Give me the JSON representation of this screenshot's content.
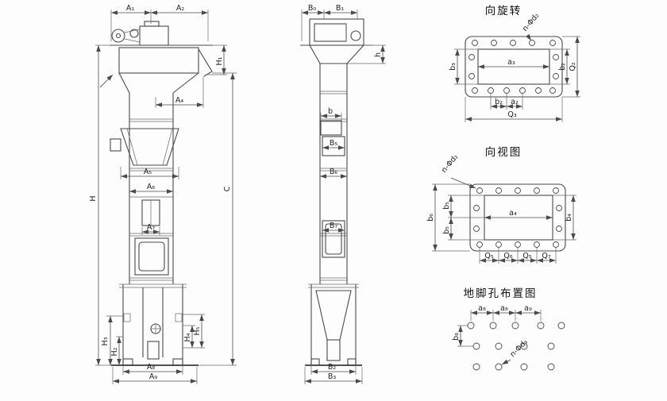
{
  "page": {
    "background": "#fdfdfd",
    "line_color": "#4a4a4a"
  },
  "front_view": {
    "dims": {
      "a1": "A₁",
      "a2": "A₂",
      "h1": "H₁",
      "a4": "A₄",
      "a5": "A₅",
      "a6": "A₆",
      "a7": "A₇",
      "h": "H",
      "c": "C",
      "h2": "H₂",
      "h3": "H₃",
      "h4": "H₄",
      "h5": "H₅",
      "a8": "A₈",
      "a9": "A₉"
    }
  },
  "side_view": {
    "dims": {
      "b0": "B₀",
      "b1": "B₁",
      "h": "h",
      "b": "b",
      "b5": "B₅",
      "b6": "B₆",
      "b7": "B₇",
      "b2": "B₂",
      "b3": "B₃"
    }
  },
  "rotated_view": {
    "title": "向旋转",
    "holes_label": "n-Φd₂",
    "dims": {
      "a3": "a₃",
      "b3": "b₃",
      "b2": "b₂",
      "q2": "Q₂",
      "seg_b2": "b₂",
      "seg_a2": "a₂",
      "q3": "Q₃"
    }
  },
  "direction_view": {
    "title": "向视图",
    "holes_label": "n-Φd₂",
    "dims": {
      "a4": "a₄",
      "b4": "b₄",
      "b5": "b₅",
      "b6": "b₆",
      "q5": "Q₅",
      "q6": "Q₆",
      "q7": "Q₇"
    }
  },
  "anchor_view": {
    "title": "地脚孔布置图",
    "holes_label": "n-Φd₃",
    "dims": {
      "a8": "a₈",
      "a9": "a₉",
      "b8": "b₈"
    }
  }
}
